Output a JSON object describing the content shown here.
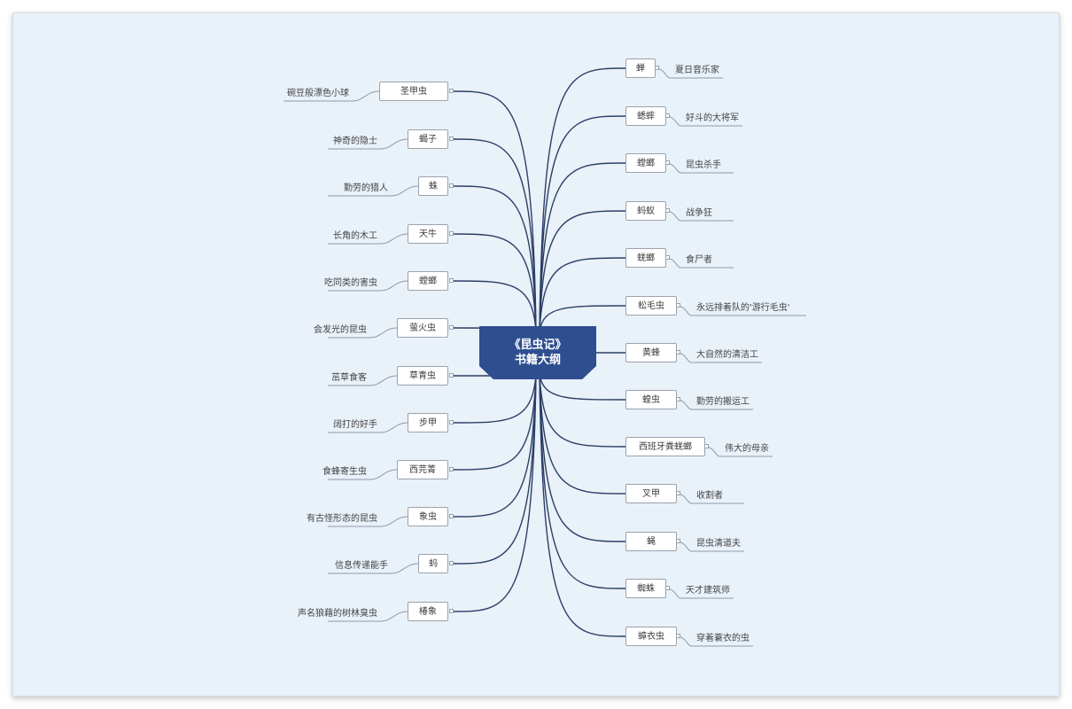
{
  "center": {
    "line1": "《昆虫记》",
    "line2": "书籍大纲"
  },
  "colors": {
    "center_fill": "#2f4e8f",
    "link_main": "#2b3f66",
    "link_sub": "#8e9aa8",
    "background": "#e9f1f9"
  },
  "left_branches": [
    {
      "label": "圣甲虫",
      "note": "碗豆般漂色小球"
    },
    {
      "label": "蝎子",
      "note": "神奇的隐士"
    },
    {
      "label": "蛛",
      "note": "勤劳的猎人"
    },
    {
      "label": "天牛",
      "note": "长角的木工"
    },
    {
      "label": "螳螂",
      "note": "吃同类的害虫"
    },
    {
      "label": "萤火虫",
      "note": "会发光的昆虫"
    },
    {
      "label": "草青虫",
      "note": "茁草食客"
    },
    {
      "label": "步甲",
      "note": "阔打的好手"
    },
    {
      "label": "西芫菁",
      "note": "食蜂寄生虫"
    },
    {
      "label": "象虫",
      "note": "有古怪形态的昆虫"
    },
    {
      "label": "蚂",
      "note": "信息传递能手"
    },
    {
      "label": "椿象",
      "note": "声名狼藉的树林臭虫"
    }
  ],
  "right_branches": [
    {
      "label": "蝉",
      "note": "夏日音乐家"
    },
    {
      "label": "蟋蟀",
      "note": "好斗的大将军"
    },
    {
      "label": "螳螂",
      "note": "昆虫杀手"
    },
    {
      "label": "蚂蚁",
      "note": "战争狂"
    },
    {
      "label": "蜣螂",
      "note": "食尸者"
    },
    {
      "label": "松毛虫",
      "note": "永远排着队的'游行毛虫'"
    },
    {
      "label": "黄蜂",
      "note": "大自然的清洁工"
    },
    {
      "label": "蝗虫",
      "note": "勤劳的搬运工"
    },
    {
      "label": "西班牙粪蜣螂",
      "note": "伟大的母亲"
    },
    {
      "label": "叉甲",
      "note": "收割者"
    },
    {
      "label": "蝇",
      "note": "昆虫清道夫"
    },
    {
      "label": "蜘蛛",
      "note": "天才建筑师"
    },
    {
      "label": "蟑衣虫",
      "note": "穿着蓑衣的虫"
    }
  ]
}
